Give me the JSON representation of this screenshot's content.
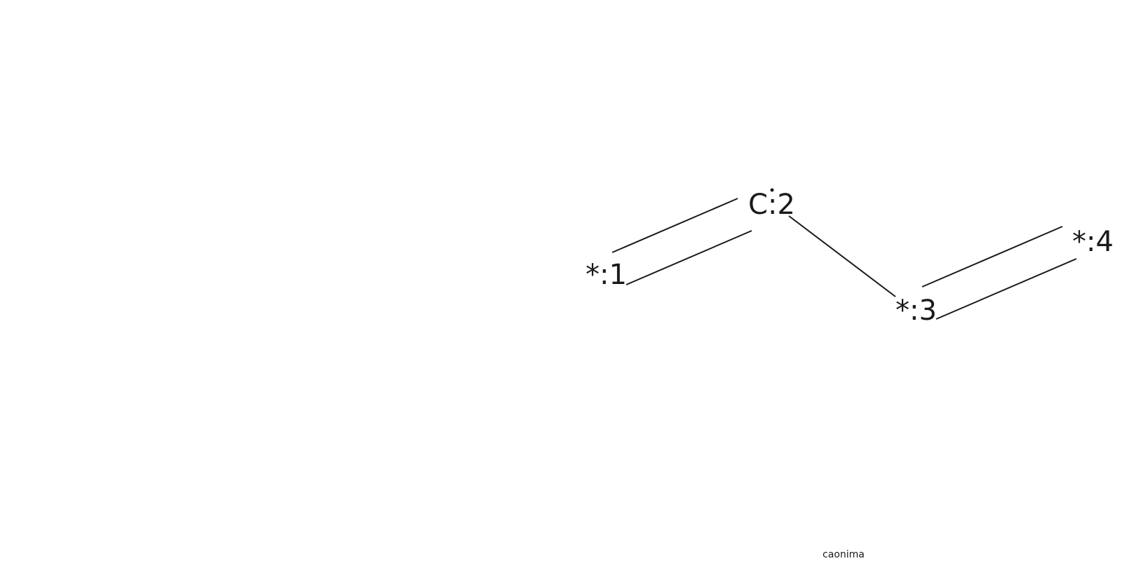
{
  "molecule": {
    "atoms": [
      {
        "id": "a1",
        "label": "*:1"
      },
      {
        "id": "a2",
        "label": "C:2",
        "radical": true
      },
      {
        "id": "a3",
        "label": "*:3"
      },
      {
        "id": "a4",
        "label": "*:4"
      }
    ],
    "bonds": [
      {
        "from": "a1",
        "to": "a2",
        "order": 2
      },
      {
        "from": "a2",
        "to": "a3",
        "order": 1
      },
      {
        "from": "a3",
        "to": "a4",
        "order": 2
      }
    ]
  },
  "caption": "caonima",
  "colors": {
    "ink": "#1a1a1a",
    "background": "#ffffff"
  }
}
